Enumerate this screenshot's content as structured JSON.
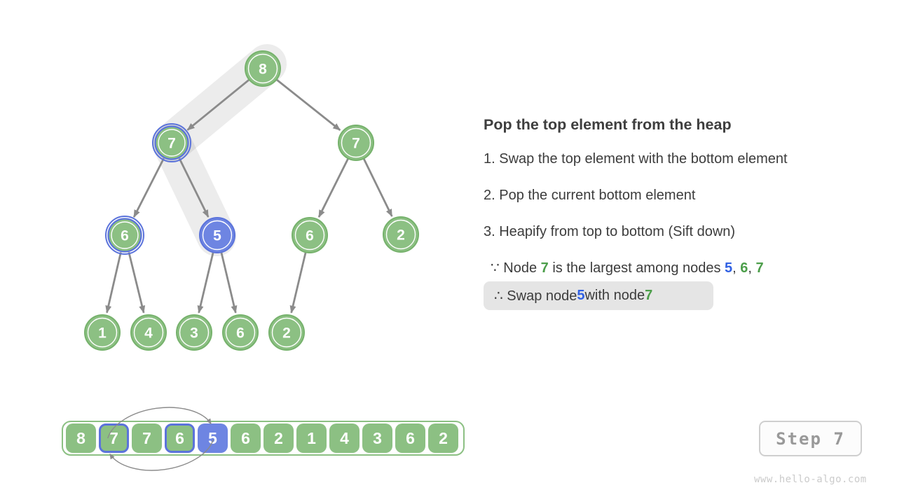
{
  "panel": {
    "title": "Pop the top element from the heap",
    "steps": [
      "1. Swap the top element with the bottom element",
      "2. Pop the current bottom element",
      "3. Heapify from top to bottom (Sift down)"
    ],
    "because": {
      "prefix": "∵ Node ",
      "n1": "7",
      "mid": " is the largest among nodes ",
      "n2": "5",
      "sep1": ", ",
      "n3": "6",
      "sep2": ", ",
      "n4": "7"
    },
    "therefore": {
      "prefix": "∴ Swap node ",
      "n1": "5",
      "mid": " with node ",
      "n2": "7"
    }
  },
  "tree": {
    "nodes": [
      {
        "value": "8",
        "highlight": "none"
      },
      {
        "value": "7",
        "highlight": "blue-ring"
      },
      {
        "value": "7",
        "highlight": "none"
      },
      {
        "value": "6",
        "highlight": "blue-ring"
      },
      {
        "value": "5",
        "highlight": "blue-fill"
      },
      {
        "value": "6",
        "highlight": "none"
      },
      {
        "value": "2",
        "highlight": "none"
      },
      {
        "value": "1",
        "highlight": "none"
      },
      {
        "value": "4",
        "highlight": "none"
      },
      {
        "value": "3",
        "highlight": "none"
      },
      {
        "value": "6",
        "highlight": "none"
      },
      {
        "value": "2",
        "highlight": "none"
      }
    ],
    "edges": [
      [
        0,
        1
      ],
      [
        0,
        2
      ],
      [
        1,
        3
      ],
      [
        1,
        4
      ],
      [
        2,
        5
      ],
      [
        2,
        6
      ],
      [
        3,
        7
      ],
      [
        3,
        8
      ],
      [
        4,
        9
      ],
      [
        4,
        10
      ],
      [
        5,
        11
      ]
    ],
    "highlight_band_node_indices": [
      0,
      1,
      4
    ]
  },
  "array": {
    "values": [
      "8",
      "7",
      "7",
      "6",
      "5",
      "6",
      "2",
      "1",
      "4",
      "3",
      "6",
      "2"
    ],
    "blue_border_indices": [
      1,
      3
    ],
    "blue_fill_index": 4,
    "swap_arrow_between_indices": [
      1,
      4
    ]
  },
  "step_badge": {
    "label": "Step 7"
  },
  "watermark": "www.hello-algo.com",
  "colors": {
    "node_green_fill": "#8cc083",
    "node_green_border": "#76b26c",
    "node_blue_fill": "#6e85e2",
    "node_blue_border": "#5b73db",
    "text_green": "#4c9e4a",
    "text_blue": "#3161e3",
    "text_gray": "#3c3c3c",
    "edge_gray": "#8b8b8b",
    "band_gray": "#ececec",
    "therefore_box_bg": "#e5e5e5",
    "badge_text": "#999999",
    "watermark_gray": "#cbcbcb"
  }
}
